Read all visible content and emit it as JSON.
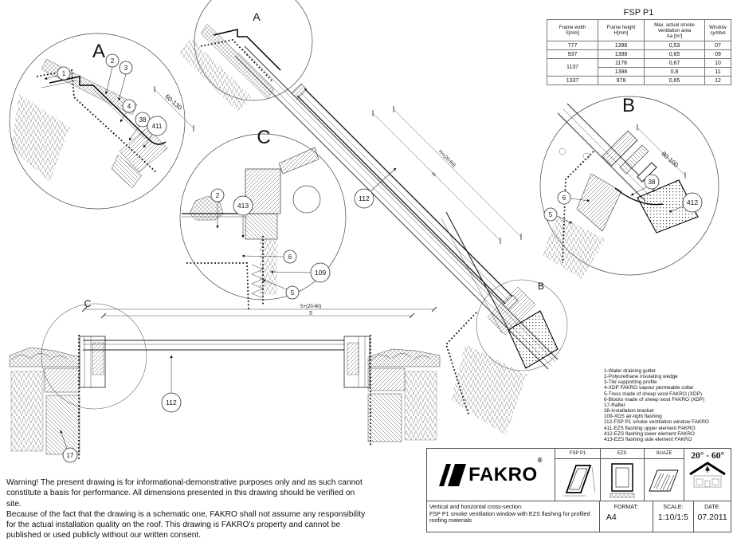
{
  "spec_table": {
    "title": "FSP P1",
    "col1_l1": "Frame width",
    "col1_l2": "S[mm]",
    "col2_l1": "Frame height",
    "col2_l2": "H[mm]",
    "col3_l1": "Max. actual smoke",
    "col3_l2": "ventilation area",
    "col3_l3": "Aa [m²]",
    "col4_l1": "Window",
    "col4_l2": "symbol",
    "rows": [
      [
        "777",
        "1398",
        "0,53",
        "07"
      ],
      [
        "937",
        "1398",
        "0,65",
        "09"
      ],
      [
        "1137",
        "1178",
        "0,67",
        "10"
      ],
      [
        "1398",
        "0,8",
        "11"
      ],
      [
        "1337",
        "978",
        "0,65",
        "12"
      ]
    ]
  },
  "drawing": {
    "view_top": {
      "label": "A"
    },
    "detail_a": {
      "title": "A",
      "c1": "1",
      "c2": "2",
      "c3": "3",
      "c4": "4",
      "c38": "38",
      "c411": "411",
      "dim": "60-130"
    },
    "detail_c": {
      "title": "C",
      "c2": "2",
      "c413": "413",
      "c6": "6",
      "c109": "109",
      "c5": "5"
    },
    "detail_b": {
      "title": "B",
      "c6": "6",
      "c5": "5",
      "c38": "38",
      "c412": "412",
      "dim": "80-100"
    },
    "main_section": {
      "c112": "112",
      "dim_outer": "H+(20-60)",
      "dim_inner": "H",
      "detail_b_label": "B"
    },
    "horiz_section": {
      "detail_c_label": "C",
      "c112": "112",
      "c17": "17",
      "dim_outer": "S+(20-60)",
      "dim_inner": "S"
    }
  },
  "legend": {
    "items": [
      "1-Water draining gutter",
      "2-Polyurethane insulating wedge",
      "3-Tile supporting profile",
      "4-XDP FAKRO vapour permeable collar",
      "5-Tress made of sheep wool FAKRO (XDP)",
      "6-Blocks made of sheep wool FAKRO (XDP)",
      "17-Rafter",
      "38-Installation bracket",
      "109-XDS air-tight flashing",
      "112-FSP P1 smoke ventilation window FAKRO",
      "411-EZS flashing upper element FAKRO",
      "412-EZS flashing lower element FAKRO",
      "413-EZS flashing side element FAKRO"
    ]
  },
  "warning": {
    "lines": [
      "Warning! The present drawing is for informational-demonstrative purposes only and as such cannot",
      "constitute a basis for performance. All dimensions presented in this drawing should be verified on site.",
      "Because of the fact that the drawing is a schematic one, FAKRO shall not assume any responsibility",
      "for the actual installation quality on the roof. This drawing is FAKRO's property and cannot be",
      "published  or used publicly without our written consent."
    ]
  },
  "title_block": {
    "brand": "FAKRO",
    "reg": "®",
    "icon1_label": "FSP P1",
    "icon2_label": "EZS",
    "icon3_label": "SUAZE",
    "angle": "20° - 60°",
    "desc_l1": "Vertical and horizontal cross-section:",
    "desc_l2": "FSP P1 smoke ventilation window with EZS flashing for profiled",
    "desc_l3": "roofing materials",
    "format_label": "FORMAT:",
    "format_value": "A4",
    "scale_label": "SCALE:",
    "scale_value": "1:10/1:5",
    "date_label": "DATE:",
    "date_value": "07.2011"
  }
}
